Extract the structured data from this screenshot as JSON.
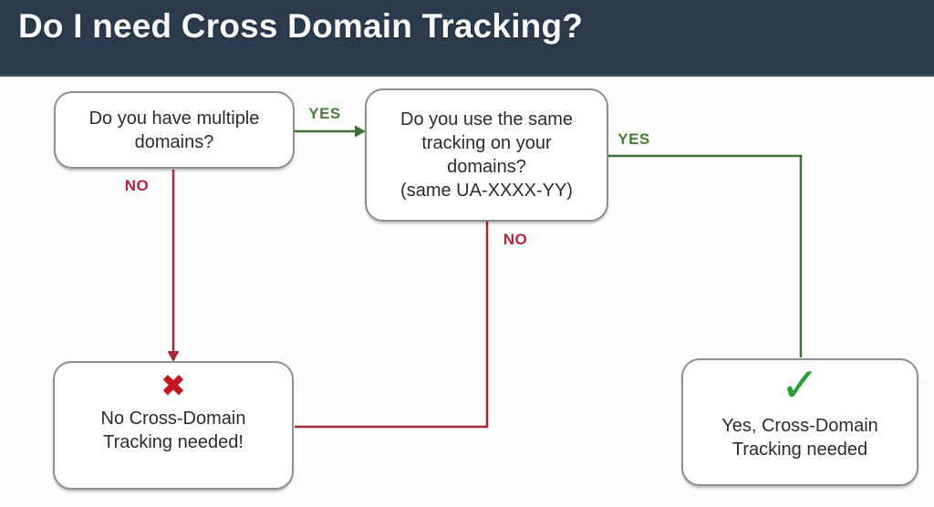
{
  "header": {
    "title": "Do I need Cross Domain Tracking?"
  },
  "flowchart": {
    "node_multiple_domains": {
      "text": "Do you have multiple\ndomains?"
    },
    "node_same_tracking": {
      "text": "Do you use the same\ntracking on your\ndomains?\n(same UA-XXXX-YY)"
    },
    "node_no_tracking": {
      "icon": "cross-mark-icon",
      "icon_glyph": "✖",
      "text": "No Cross-Domain\nTracking needed!"
    },
    "node_yes_tracking": {
      "icon": "check-mark-icon",
      "icon_glyph": "✓",
      "text": "Yes, Cross-Domain\nTracking needed"
    },
    "edges": {
      "q1_yes_label": "YES",
      "q1_no_label": "NO",
      "q2_yes_label": "YES",
      "q2_no_label": "NO"
    }
  },
  "colors": {
    "header_bg": "#2b3b4c",
    "title_text": "#f7f9fa",
    "yes_line_green": "#3e6f35",
    "yes_label_green": "#4c7b3b",
    "no_line_red": "#a12b3b",
    "no_label_red": "#b2243e",
    "cross_red": "#c41525",
    "check_green": "#2d9b38",
    "node_border": "#8f8f8f",
    "node_bg": "#ffffff"
  }
}
